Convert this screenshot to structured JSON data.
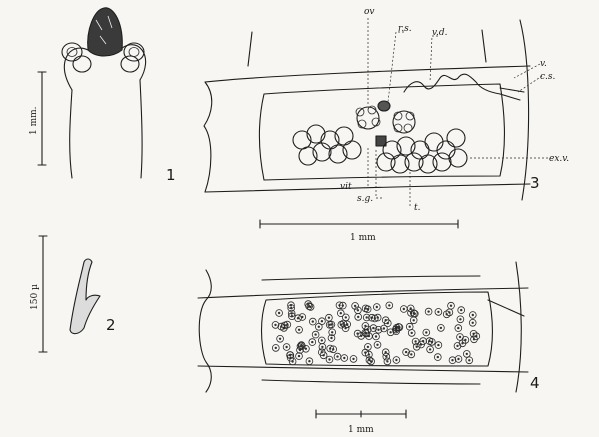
{
  "figures": {
    "fig1": {
      "number": "1",
      "scale_label": "1 mm."
    },
    "fig2": {
      "number": "2",
      "scale_label": "150 µ"
    },
    "fig3": {
      "number": "3",
      "scale_label": "1 mm",
      "labels": {
        "ov": "ov",
        "rs": "r.s.",
        "vd": "v.d.",
        "v": "v.",
        "cs": "c.s.",
        "exv": "ex.v.",
        "vit": "vit",
        "sg": "s.g.",
        "t": "t."
      }
    },
    "fig4": {
      "number": "4",
      "scale_label": "1 mm"
    }
  }
}
